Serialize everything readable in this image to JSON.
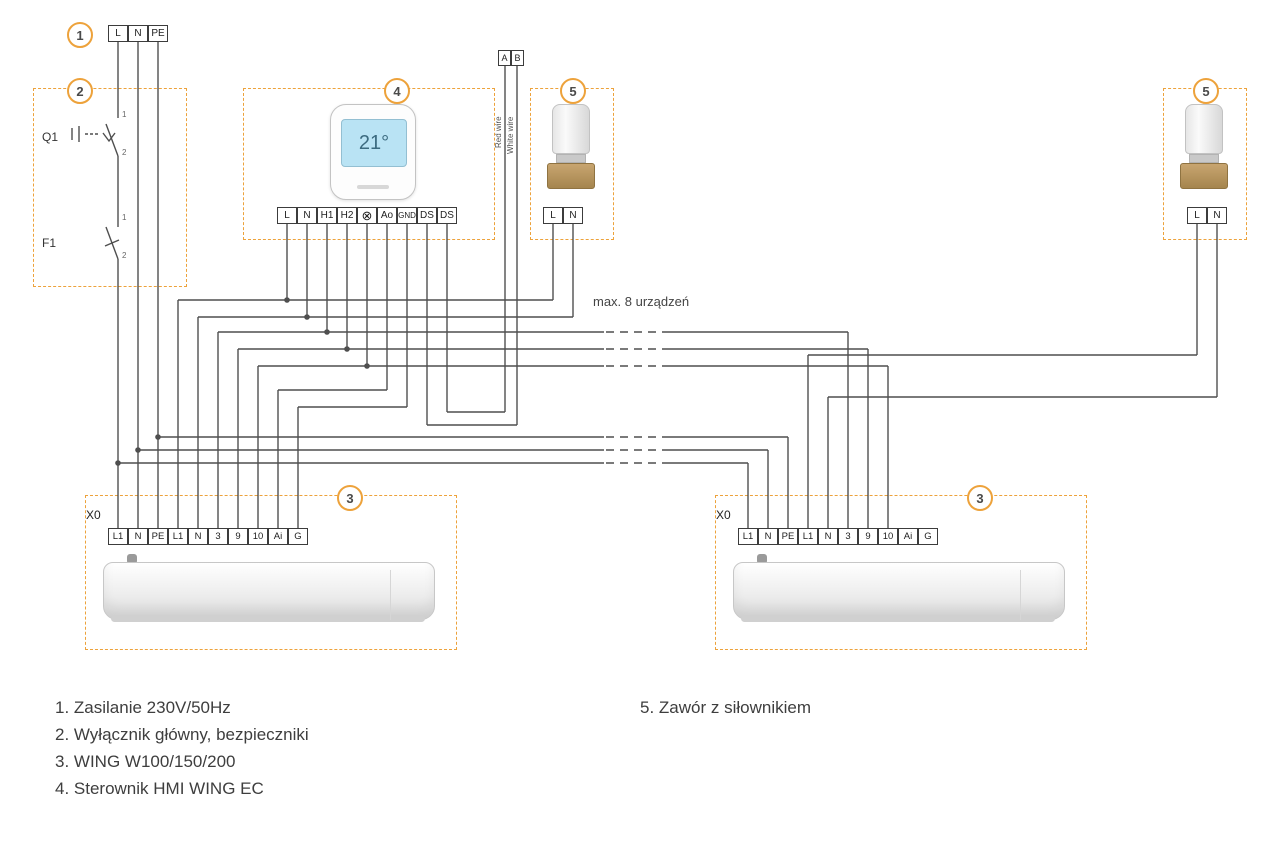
{
  "colors": {
    "accent": "#EDA23B",
    "wire": "#4f4f4f",
    "screen": "#b9e3f4"
  },
  "power": {
    "number": "1",
    "terminals": [
      "L",
      "N",
      "PE"
    ]
  },
  "protection": {
    "number": "2",
    "breaker_label": "Q1",
    "fuse_label": "F1",
    "pins": [
      "1",
      "2"
    ]
  },
  "controller": {
    "number": "4",
    "screen_text": "21°",
    "terminals": [
      "L",
      "N",
      "H1",
      "H2",
      "⊗",
      "Ao",
      "GND",
      "DS",
      "DS"
    ]
  },
  "sensor": {
    "terminals": [
      "A",
      "B"
    ],
    "wires": [
      "Red wire",
      "White wire"
    ]
  },
  "valve_left": {
    "number": "5",
    "terminals": [
      "L",
      "N"
    ]
  },
  "valve_right": {
    "number": "5",
    "terminals": [
      "L",
      "N"
    ]
  },
  "unit_left": {
    "number": "3",
    "strip": "X0",
    "terminals": [
      "L1",
      "N",
      "PE",
      "L1",
      "N",
      "3",
      "9",
      "10",
      "Ai",
      "G"
    ]
  },
  "unit_right": {
    "number": "3",
    "strip": "X0",
    "terminals": [
      "L1",
      "N",
      "PE",
      "L1",
      "N",
      "3",
      "9",
      "10",
      "Ai",
      "G"
    ]
  },
  "note": "max. 8 urządzeń",
  "legend": {
    "items_left": [
      "1. Zasilanie 230V/50Hz",
      "2. Wyłącznik główny, bezpieczniki",
      "3. WING W100/150/200",
      "4. Sterownik HMI WING EC"
    ],
    "items_right": [
      "5. Zawór z siłownikiem"
    ]
  }
}
